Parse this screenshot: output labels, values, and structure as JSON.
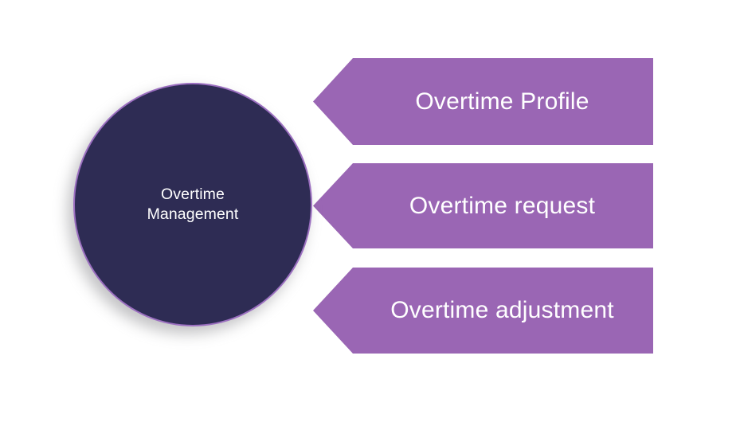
{
  "diagram": {
    "type": "radial-callout",
    "background_color": "#ffffff",
    "center_node": {
      "label": "Overtime\nManagement",
      "shape": "circle",
      "fill_color": "#2e2c54",
      "border_color": "#9b6fc0",
      "text_color": "#ffffff"
    },
    "branch_fill_color": "#9a66b4",
    "branch_text_color": "#ffffff",
    "branch_outline_color": "#ffffff",
    "branches": [
      {
        "id": "overtime-profile",
        "label": "Overtime Profile",
        "shape": "left-chevron"
      },
      {
        "id": "overtime-request",
        "label": "Overtime request",
        "shape": "left-chevron"
      },
      {
        "id": "overtime-adjustment",
        "label": "Overtime adjustment",
        "shape": "left-chevron"
      }
    ]
  }
}
